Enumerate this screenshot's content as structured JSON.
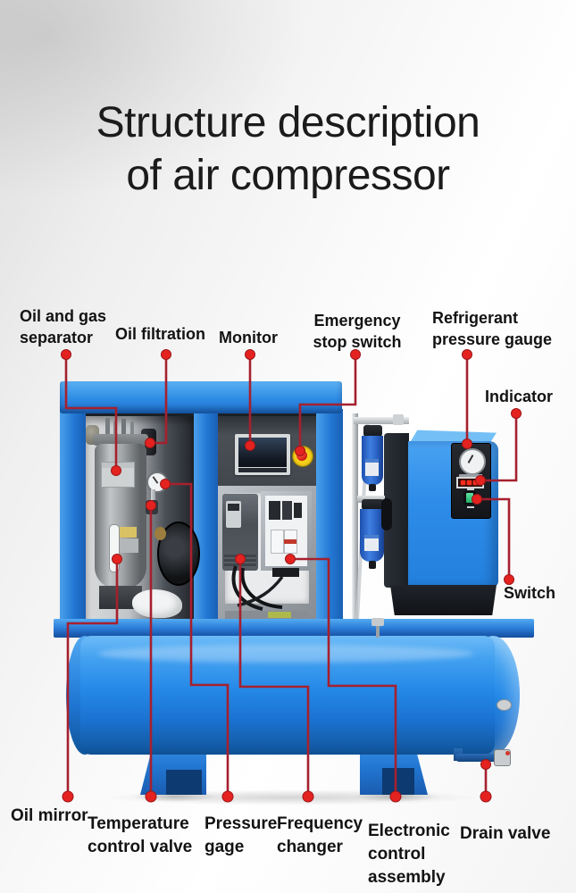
{
  "title": {
    "line1": "Structure description",
    "line2": "of air compressor"
  },
  "labels": {
    "oil_and_gas_separator": {
      "line1": "Oil and gas",
      "line2": "separator"
    },
    "oil_filtration": {
      "line1": "Oil filtration"
    },
    "monitor": {
      "line1": "Monitor"
    },
    "emergency_stop_switch": {
      "line1": "Emergency",
      "line2": "stop switch"
    },
    "refrigerant_pressure_gauge": {
      "line1": "Refrigerant",
      "line2": "pressure gauge"
    },
    "indicator": {
      "line1": "Indicator"
    },
    "switch": {
      "line1": "Switch"
    },
    "oil_mirror": {
      "line1": "Oil mirror"
    },
    "temperature_control_valve": {
      "line1": "Temperature",
      "line2": "control valve"
    },
    "pressure_gage": {
      "line1": "Pressure",
      "line2": "gage"
    },
    "frequency_changer": {
      "line1": "Frequency",
      "line2": "changer"
    },
    "electronic_control_assembly": {
      "line1": "Electronic",
      "line2": "control",
      "line3": "assembly"
    },
    "drain_valve": {
      "line1": "Drain valve"
    }
  },
  "colors": {
    "annotation_line": "#a6202e",
    "annotation_dot": "#e42320",
    "machine_blue": "#2e8ce4",
    "tank_blue": "#2589e7",
    "panel_dark": "#45494f",
    "text": "#131313"
  }
}
